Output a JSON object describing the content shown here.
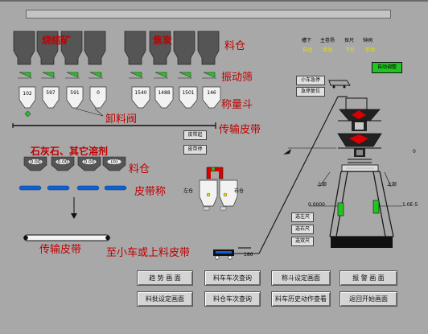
{
  "labels": {
    "sinter_ore": "烧结矿",
    "coke": "焦炭",
    "bin_right": "料仓",
    "vibrating_screen": "振动筛",
    "weigh_hopper": "称量斗",
    "unload_valve": "卸料阀",
    "conveyor_top": "传输皮带",
    "flux_title": "石灰石、其它溶剂",
    "flux_bin": "料仓",
    "belt_scale": "皮带称",
    "conveyor_bottom": "传输皮带",
    "to_cart": "至小车或上料皮带",
    "left_bin": "左仓",
    "right_bin": "右仓",
    "upper_left": "上部",
    "upper_right": "上部",
    "right_zero": "0",
    "gauge_left": "0.0000",
    "gauge_right": "1.0E-5",
    "cart_value": "186"
  },
  "hoppers_ore": [
    "102",
    "597",
    "591",
    "0"
  ],
  "hoppers_coke": [
    "1540",
    "1488",
    "1501",
    "146"
  ],
  "flux_bins": [
    "0.00",
    "0.00",
    "0.00",
    "(0)"
  ],
  "status": {
    "headers": [
      "槽下",
      "主卷扬",
      "探尺",
      "钟阀"
    ],
    "values": [
      "自动",
      "手动",
      "下尺",
      "手动"
    ]
  },
  "buttons": {
    "auto_adjust": "自动调整",
    "cart_emergency_stop": "小车急停",
    "emergency_reset": "急停复位",
    "belt_start": "皮带起",
    "belt_stop": "皮带停",
    "left_probe": "选左尺",
    "right_probe": "选右尺",
    "both_probes": "选双尺",
    "trend": "趋 势 画 面",
    "cart_query": "料车车次查询",
    "hopper_settings": "称斗设定画面",
    "alarm": "报 警 画 面",
    "batch_settings": "料批设定画面",
    "bin_query": "料仓车次查询",
    "cart_history": "料车历史动作查看",
    "return_start": "返回开始画面"
  },
  "colors": {
    "background": "#a8a8a8",
    "label_red": "#c00000",
    "indicator_green": "#22c422",
    "status_yellow": "#e8e000",
    "belt_blue": "#1060d0"
  }
}
